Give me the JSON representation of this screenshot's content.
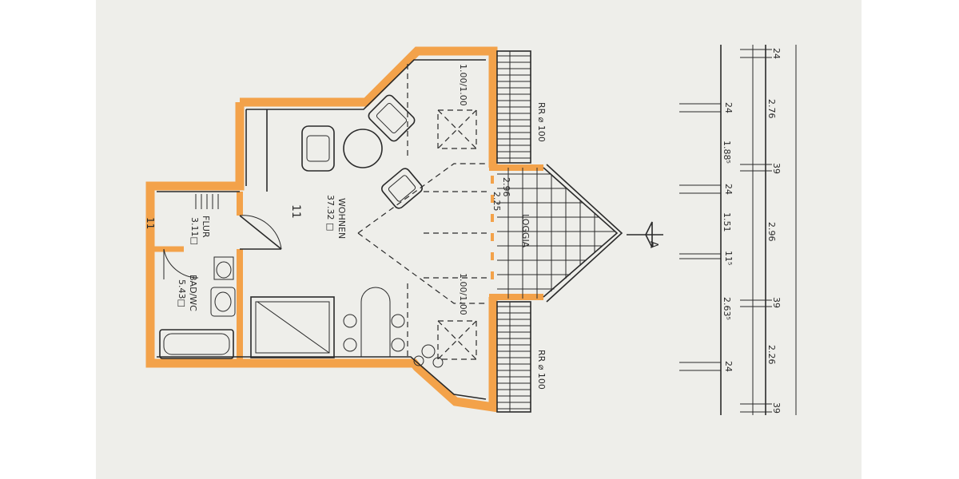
{
  "rooms": {
    "wohnen": {
      "number": "11",
      "name": "WOHNEN",
      "area": "37.32 □"
    },
    "flur": {
      "name": "FLUR",
      "area": "3.11□"
    },
    "bad": {
      "name": "BAD/WC",
      "area": "5.43□"
    },
    "entrance_number": "11",
    "loggia": "LOGGIA"
  },
  "windows": {
    "upper": "1.00/1.00",
    "lower": "1.00/1.00"
  },
  "rr_labels": {
    "top": "RR ⌀ 100",
    "bottom": "RR ⌀ 100"
  },
  "loggia_dims": {
    "upper": "2.96",
    "lower": "2.25"
  },
  "section_marker": "A",
  "dimensions": {
    "outer_line": [
      "24",
      "2.76",
      "39",
      "2.96",
      "39",
      "2.26",
      "39"
    ],
    "inner_line": [
      "24",
      "1.88⁵",
      "24",
      "1.51",
      "11⁵",
      "2.63⁵",
      "24"
    ]
  }
}
